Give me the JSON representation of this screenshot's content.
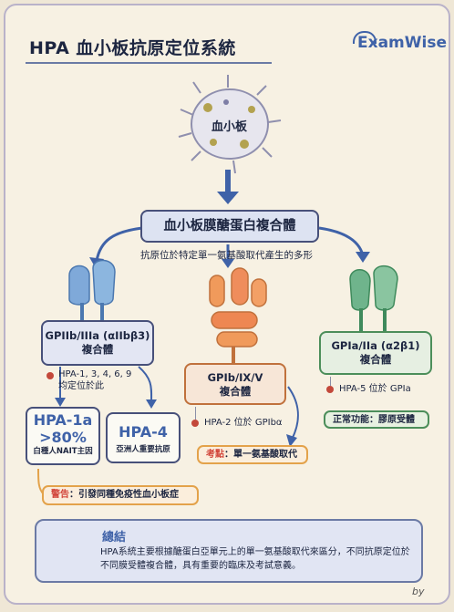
{
  "header": {
    "title": "HPA 血小板抗原定位系統",
    "brand": "ExamWise"
  },
  "platelet": {
    "label": "血小板"
  },
  "main_node": {
    "label": "血小板膜醣蛋白複合體",
    "note": "抗原位於特定單一氨基酸取代產生的多形"
  },
  "gpiib": {
    "line1": "GPIIb/IIIa (αIIbβ3)",
    "line2": "複合體",
    "detail1": "HPA-1, 3, 4, 6, 9",
    "detail2": "均定位於此",
    "hpa1a_title": "HPA-1a",
    "hpa1a_value": ">80%",
    "hpa1a_note": "白種人NAIT主因",
    "hpa4_title": "HPA-4",
    "hpa4_note": "亞洲人重要抗原",
    "warning_label": "警告",
    "warning_text": "：引發同種免疫性血小板症"
  },
  "gpib": {
    "line1": "GPIb/IX/V",
    "line2": "複合體",
    "detail": "HPA-2 位於 GPIbα",
    "exam_label": "考點",
    "exam_text": "：單一氨基酸取代"
  },
  "gpia": {
    "line1": "GPIa/IIa (α2β1)",
    "line2": "複合體",
    "detail": "HPA-5 位於 GPIa",
    "function": "正常功能：膠原受體"
  },
  "summary": {
    "title": "總結",
    "body": "HPA系統主要根據醣蛋白亞單元上的單一氨基酸取代來區分，不同抗原定位於不同膜受體複合體，具有重要的臨床及考試意義。"
  },
  "signature": "by",
  "colors": {
    "accent": "#3f62a8",
    "warning": "#d2453a",
    "orange": "#e3a24a",
    "green": "#4c8e5a"
  }
}
